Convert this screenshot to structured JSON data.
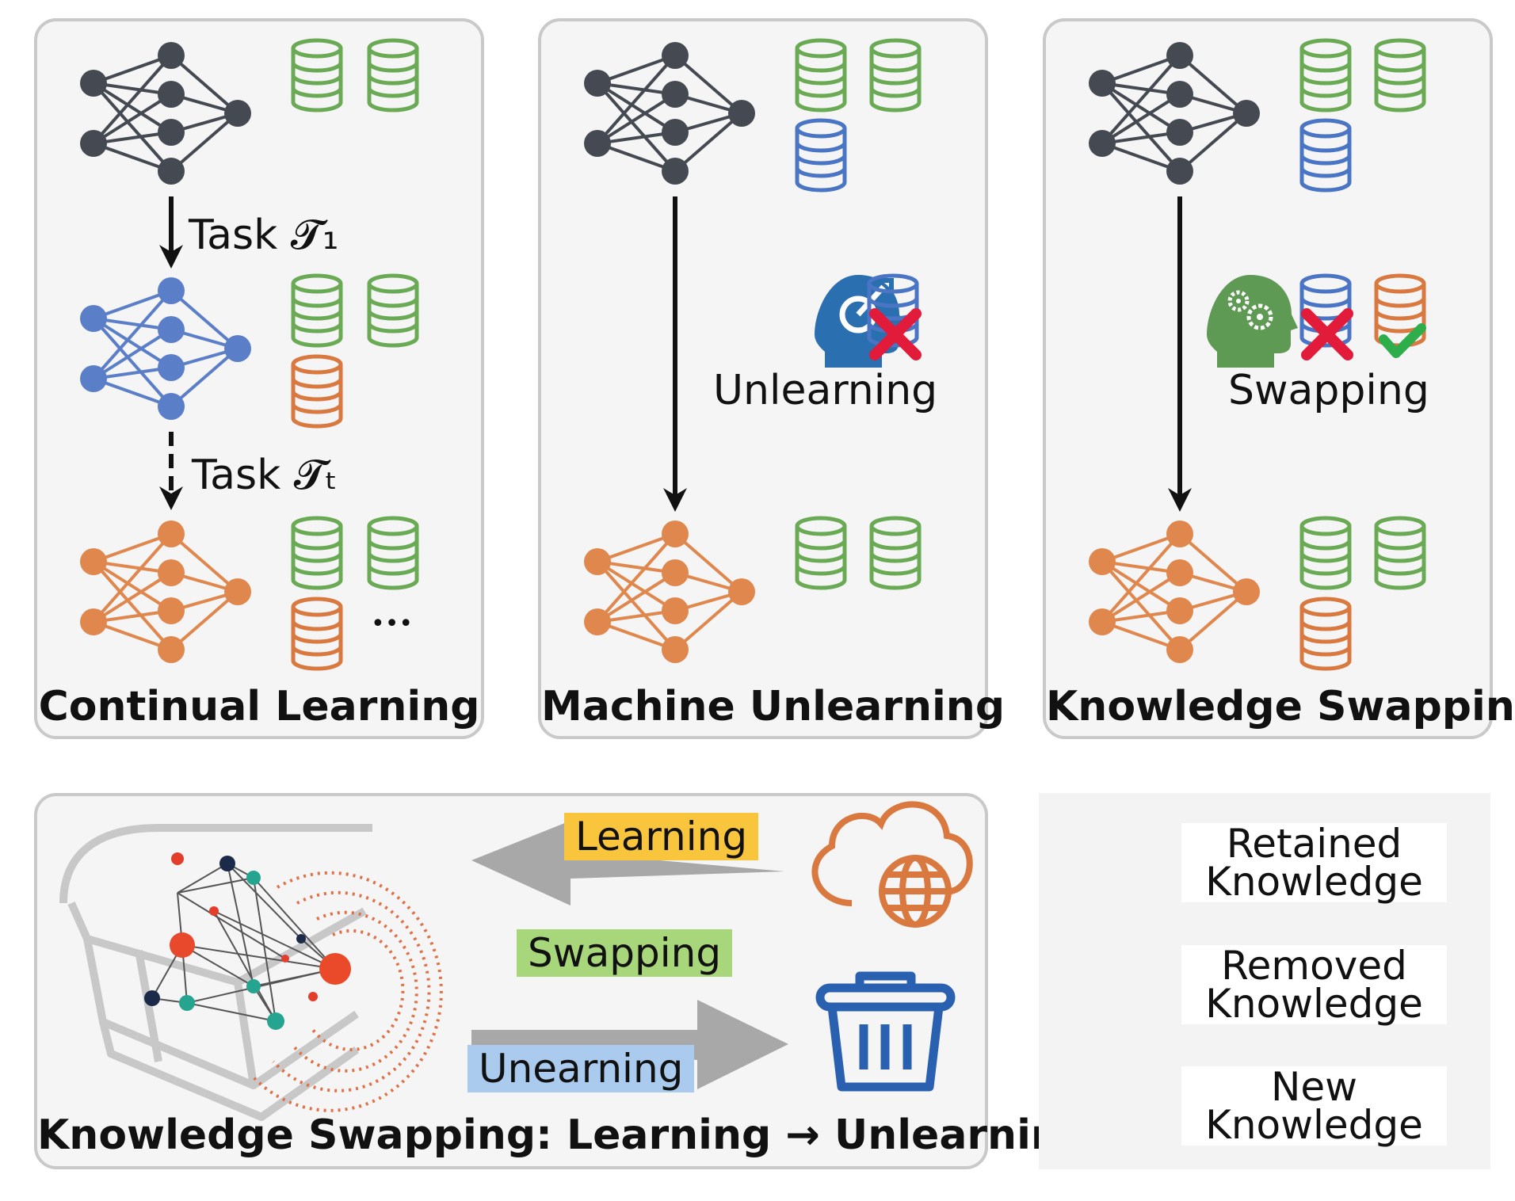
{
  "panels": {
    "continual": {
      "title": "Continual Learning",
      "step1_label": "Task 𝓣₁",
      "step2_label": "Task 𝓣ₜ",
      "ellipsis": "•••"
    },
    "unlearning": {
      "title": "Machine Unlearning",
      "action_label": "Unlearning"
    },
    "swapping": {
      "title": "Knowledge Swapping",
      "action_label": "Swapping"
    }
  },
  "bottom": {
    "title": "Knowledge Swapping: Learning → Unlearning",
    "learning_tag": "Learning",
    "swapping_tag": "Swapping",
    "unlearning_tag": "Unearning"
  },
  "legend": {
    "items": [
      {
        "label": "Retained Knowledge",
        "color": "#6aaa55"
      },
      {
        "label": "Removed Knowledge",
        "color": "#4a74c4"
      },
      {
        "label": "New Knowledge",
        "color": "#d9783f"
      }
    ]
  },
  "colors": {
    "network_base": "#454a52",
    "network_blue": "#5b7ec9",
    "network_orange": "#e0874e",
    "retained": "#6aaa55",
    "removed": "#4a74c4",
    "new": "#d9783f",
    "learning_tag_bg": "#f9c53d",
    "swapping_tag_bg": "#a7d77a",
    "unlearning_tag_bg": "#aacbee",
    "cross": "#e31b3b",
    "check": "#2eae4b",
    "head_blue": "#2a6fb0",
    "head_green": "#5f9a55"
  }
}
